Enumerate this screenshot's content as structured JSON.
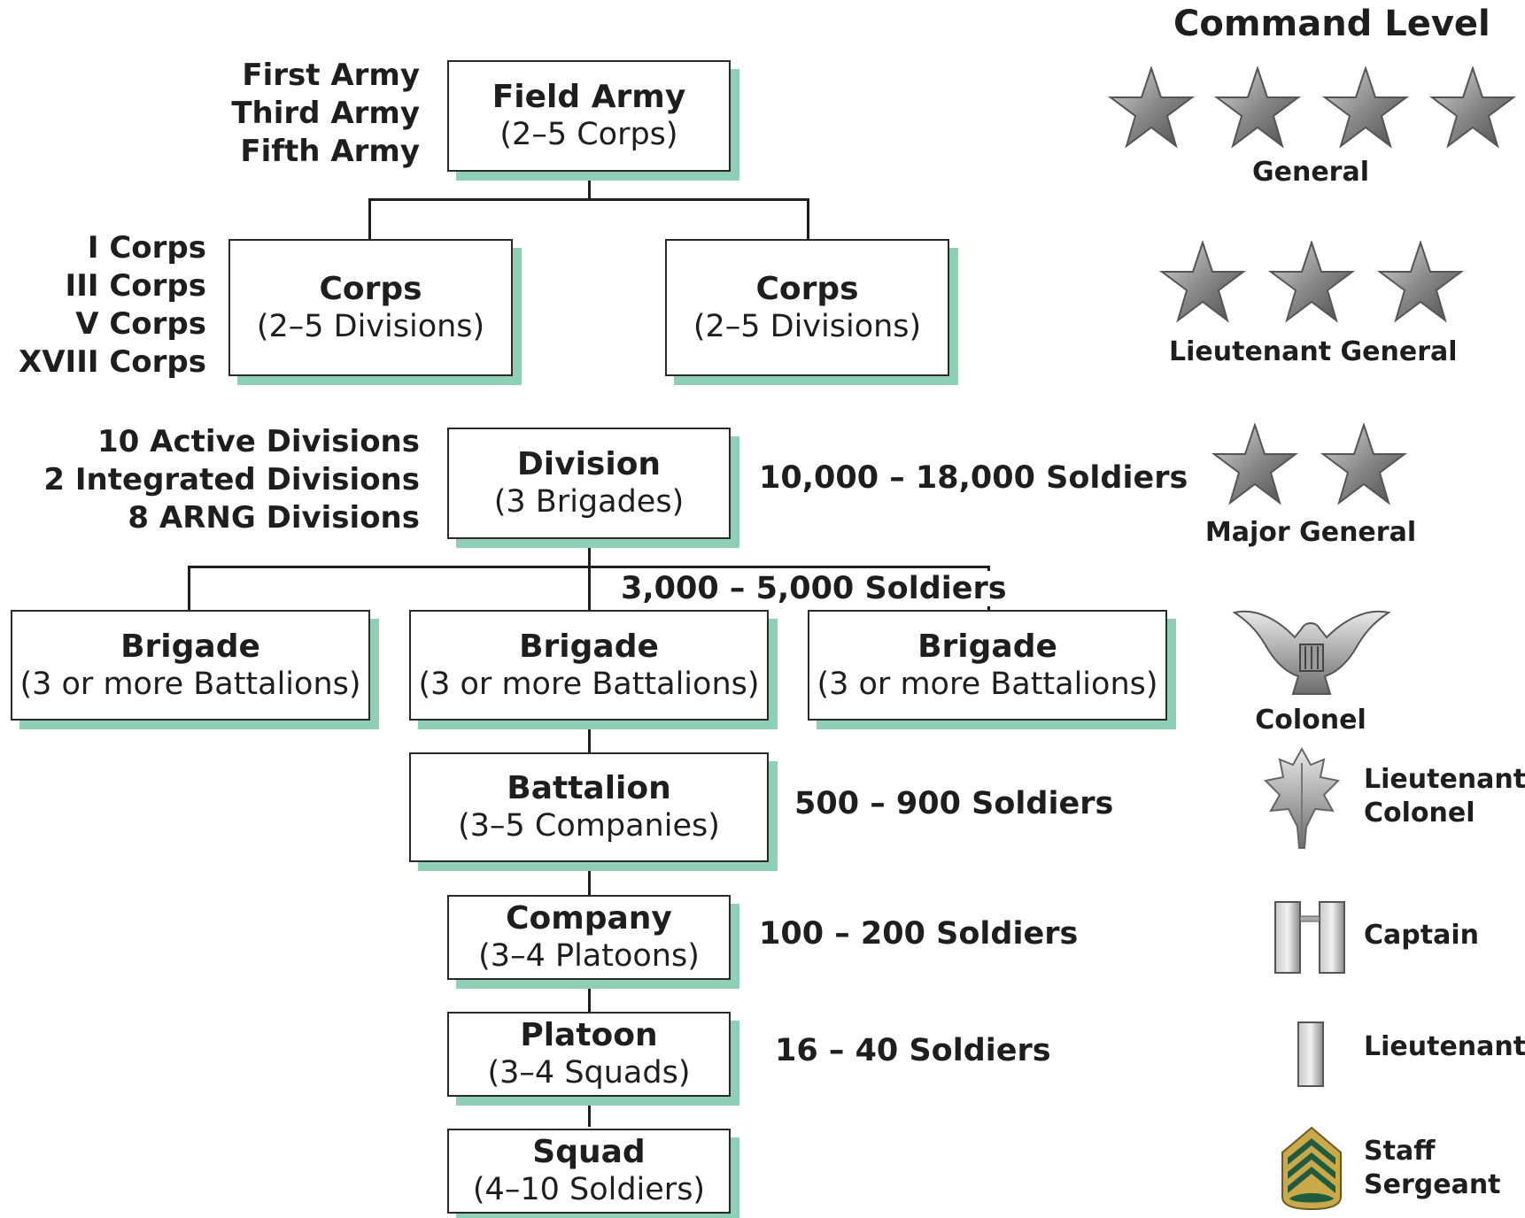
{
  "title": "Command Level",
  "units": {
    "field_army": {
      "title": "Field Army",
      "sub": "(2–5 Corps)"
    },
    "corps_left": {
      "title": "Corps",
      "sub": "(2–5 Divisions)"
    },
    "corps_right": {
      "title": "Corps",
      "sub": "(2–5 Divisions)"
    },
    "division": {
      "title": "Division",
      "sub": "(3 Brigades)"
    },
    "brigade_left": {
      "title": "Brigade",
      "sub": "(3 or more Battalions)"
    },
    "brigade_mid": {
      "title": "Brigade",
      "sub": "(3 or more Battalions)"
    },
    "brigade_right": {
      "title": "Brigade",
      "sub": "(3 or more Battalions)"
    },
    "battalion": {
      "title": "Battalion",
      "sub": "(3–5 Companies)"
    },
    "company": {
      "title": "Company",
      "sub": "(3–4 Platoons)"
    },
    "platoon": {
      "title": "Platoon",
      "sub": "(3–4 Squads)"
    },
    "squad": {
      "title": "Squad",
      "sub": "(4–10 Soldiers)"
    }
  },
  "side_labels": {
    "armies": [
      "First Army",
      "Third Army",
      "Fifth Army"
    ],
    "corps": [
      "I Corps",
      "III Corps",
      "V Corps",
      "XVIII Corps"
    ],
    "divisions": [
      "10 Active Divisions",
      "2 Integrated Divisions",
      "8 ARNG Divisions"
    ]
  },
  "sizes": {
    "division": "10,000 – 18,000 Soldiers",
    "brigade": "3,000 – 5,000 Soldiers",
    "battalion": "500 – 900 Soldiers",
    "company": "100 – 200 Soldiers",
    "platoon": "16 – 40 Soldiers"
  },
  "ranks": {
    "general": "General",
    "lieutenant_general": "Lieutenant General",
    "major_general": "Major General",
    "colonel": "Colonel",
    "lieutenant_colonel": [
      "Lieutenant",
      "Colonel"
    ],
    "captain": "Captain",
    "lieutenant": "Lieutenant",
    "staff_sergeant": [
      "Staff",
      "Sergeant"
    ]
  },
  "colors": {
    "shadow": "#8fcfb6",
    "chevron_green": "#1f5b3f",
    "chevron_gold": "#c9a94a"
  }
}
